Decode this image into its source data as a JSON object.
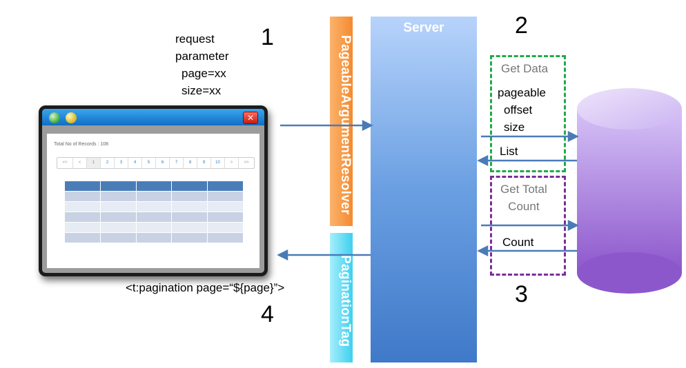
{
  "request": {
    "line1": "request",
    "line2": "parameter",
    "line3": "page=xx",
    "line4": "size=xx"
  },
  "steps": {
    "s1": "1",
    "s2": "2",
    "s3": "3",
    "s4": "4"
  },
  "browser": {
    "total_records": "Total No of Records : 108",
    "pager": [
      "<<",
      "<",
      "1",
      "2",
      "3",
      "4",
      "5",
      "6",
      "7",
      "8",
      "9",
      "10",
      ">",
      ">>"
    ],
    "current_page": "1",
    "close_glyph": "✕"
  },
  "resolver_label": "PageableArgumentResolver",
  "tag_label": "PaginationTag",
  "server_label": "Server",
  "get_data": {
    "title": "Get Data",
    "param1": "pageable",
    "param2": "offset",
    "param3": "size",
    "result": "List"
  },
  "get_count": {
    "title_line1": "Get Total",
    "title_line2": "Count",
    "result": "Count"
  },
  "pagination_tag_text": "<t:pagination page=“${page}”>",
  "colors": {
    "arrow": "#4a7bb7",
    "db_top": "#dccbf7",
    "db_body": "#9c6bd8",
    "green_dash": "#1faa4a",
    "purple_dash": "#7a2d98"
  }
}
